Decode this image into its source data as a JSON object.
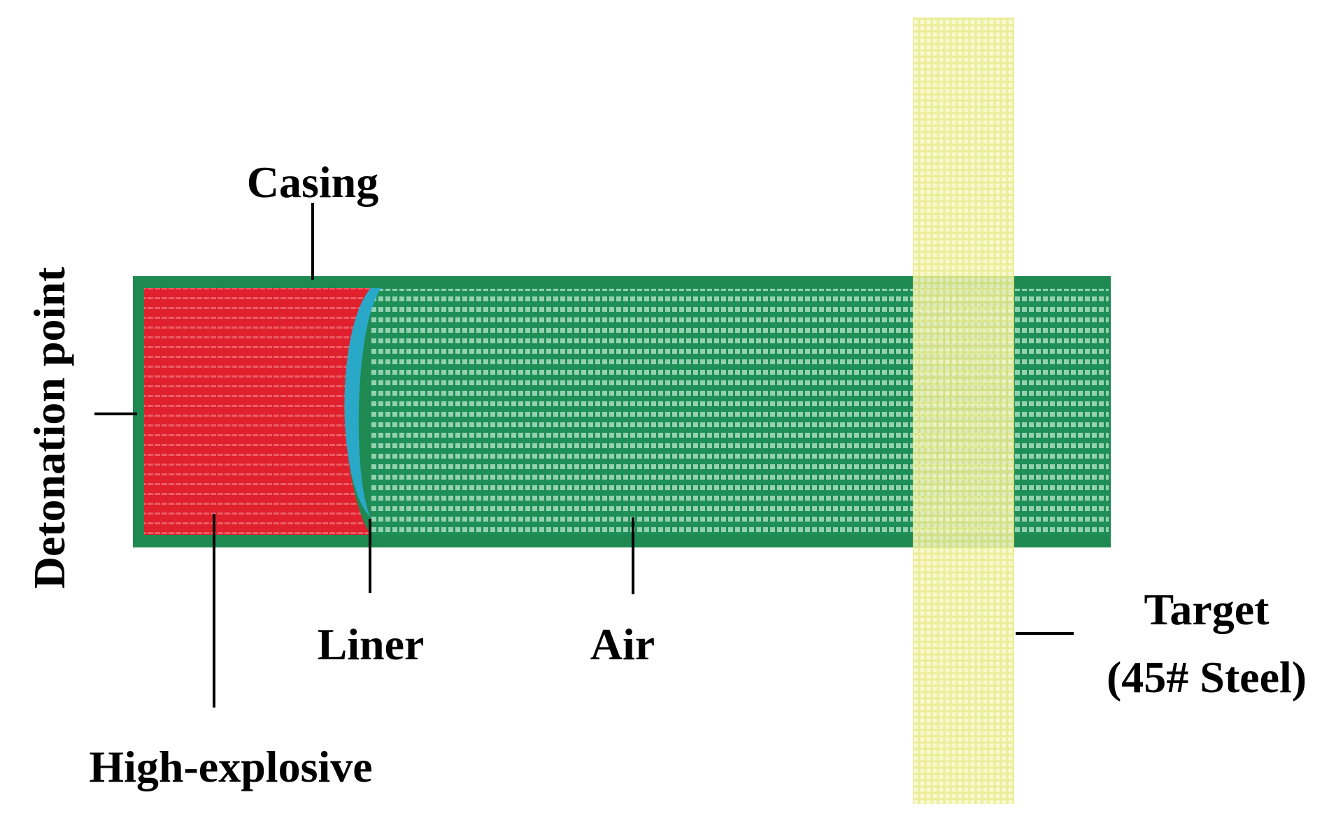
{
  "labels": {
    "casing": "Casing",
    "detonation_point": "Detonation point",
    "high_explosive": "High-explosive",
    "liner": "Liner",
    "air": "Air",
    "target_line1": "Target",
    "target_line2": "(45# Steel)"
  },
  "colors": {
    "casing": "#1e8a52",
    "air": "#1f8f58",
    "air_grid": "#b9e6cf",
    "high_explosive": "#e0202d",
    "he_grid": "#f07a80",
    "liner": "#2aa8c8",
    "target": "#e9eb8a",
    "target_grid": "#fbfbd6",
    "leader": "#000000"
  }
}
